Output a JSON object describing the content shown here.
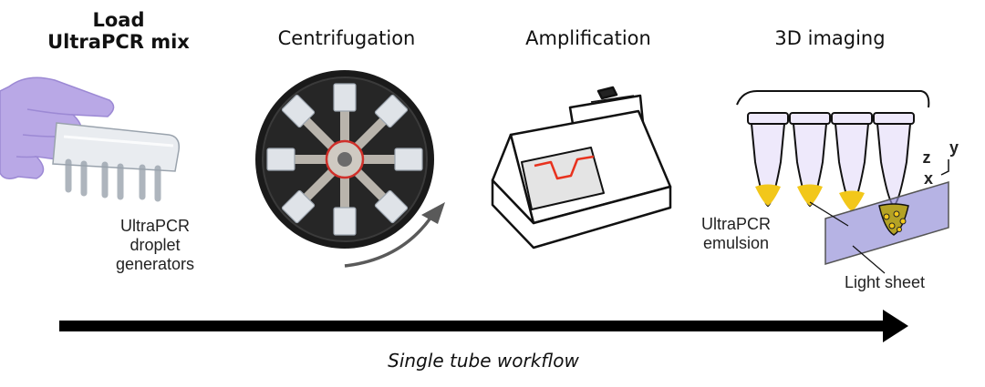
{
  "steps": [
    {
      "title_line1": "Load",
      "title_line2": "UltraPCR mix"
    },
    {
      "title": "Centrifugation"
    },
    {
      "title": "Amplification"
    },
    {
      "title": "3D imaging"
    }
  ],
  "labels": {
    "droplet_generators_1": "UltraPCR",
    "droplet_generators_2": "droplet",
    "droplet_generators_3": "generators",
    "emulsion_1": "UltraPCR",
    "emulsion_2": "emulsion",
    "light_sheet": "Light sheet",
    "axis_z": "z",
    "axis_y": "y",
    "axis_x": "x"
  },
  "workflow": {
    "label": "Single tube workflow"
  },
  "colors": {
    "glove": "#b9a8e6",
    "tube_fill": "#f2c71a",
    "light_sheet": "#8f8bd6",
    "plot_line": "#e8321e",
    "arrow": "#000000"
  }
}
